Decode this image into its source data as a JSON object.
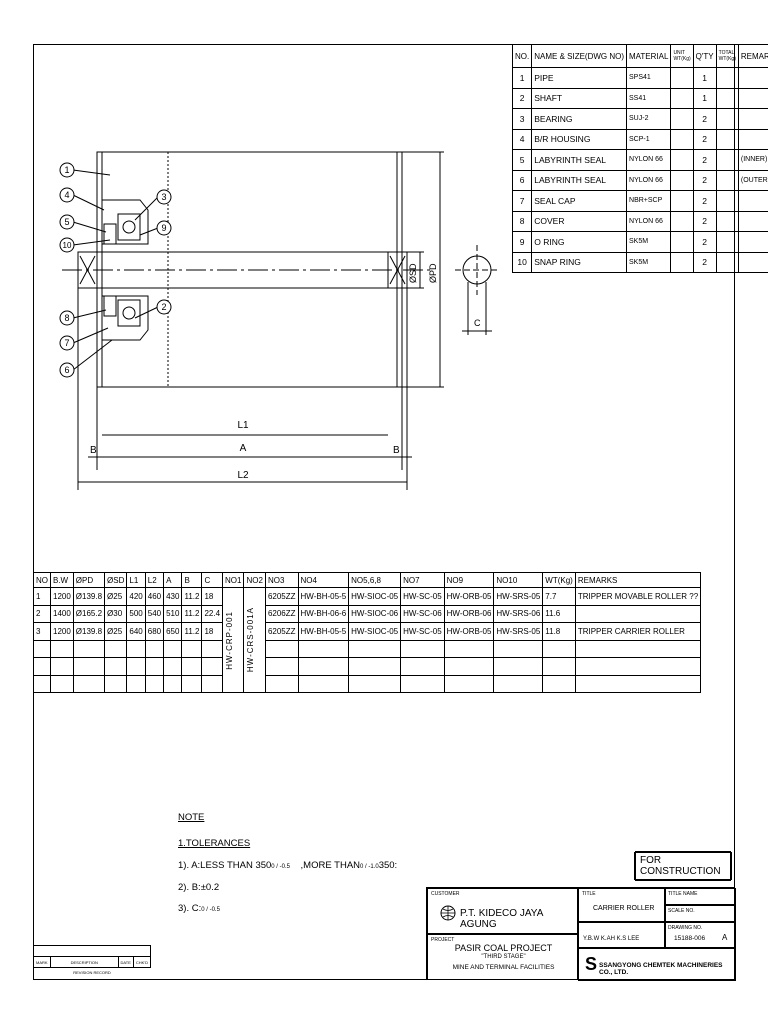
{
  "materials": {
    "headers": [
      "NO.",
      "NAME & SIZE(DWG NO)",
      "MATERIAL",
      "UNIT WT(Kg)",
      "Q'TY",
      "TOTAL WT(Kg)",
      "REMARKS"
    ],
    "rows": [
      {
        "no": "1",
        "name": "PIPE",
        "material": "SPS41",
        "unit": "",
        "qty": "1",
        "total": "",
        "remarks": ""
      },
      {
        "no": "2",
        "name": "SHAFT",
        "material": "SS41",
        "unit": "",
        "qty": "1",
        "total": "",
        "remarks": ""
      },
      {
        "no": "3",
        "name": "BEARING",
        "material": "SUJ-2",
        "unit": "",
        "qty": "2",
        "total": "",
        "remarks": ""
      },
      {
        "no": "4",
        "name": "B/R HOUSING",
        "material": "SCP-1",
        "unit": "",
        "qty": "2",
        "total": "",
        "remarks": ""
      },
      {
        "no": "5",
        "name": "LABYRINTH SEAL",
        "material": "NYLON 66",
        "unit": "",
        "qty": "2",
        "total": "",
        "remarks": "(INNER)"
      },
      {
        "no": "6",
        "name": "LABYRINTH SEAL",
        "material": "NYLON 66",
        "unit": "",
        "qty": "2",
        "total": "",
        "remarks": "(OUTER)"
      },
      {
        "no": "7",
        "name": "SEAL CAP",
        "material": "NBR+SCP",
        "unit": "",
        "qty": "2",
        "total": "",
        "remarks": ""
      },
      {
        "no": "8",
        "name": "COVER",
        "material": "NYLON 66",
        "unit": "",
        "qty": "2",
        "total": "",
        "remarks": ""
      },
      {
        "no": "9",
        "name": "O RING",
        "material": "SK5M",
        "unit": "",
        "qty": "2",
        "total": "",
        "remarks": ""
      },
      {
        "no": "10",
        "name": "SNAP RING",
        "material": "SK5M",
        "unit": "",
        "qty": "2",
        "total": "",
        "remarks": ""
      }
    ]
  },
  "drawing": {
    "balloons": [
      "1",
      "4",
      "5",
      "10",
      "3",
      "9",
      "8",
      "7",
      "6",
      "2"
    ],
    "dims": {
      "l1": "L1",
      "a": "A",
      "l2": "L2",
      "b": "B",
      "sd": "ØSD",
      "pd": "ØPD",
      "c": "C"
    }
  },
  "spec": {
    "headers": [
      "NO",
      "B.W",
      "ØPD",
      "ØSD",
      "L1",
      "L2",
      "A",
      "B",
      "C",
      "NO1",
      "NO2",
      "NO3",
      "NO4",
      "NO5,6,8",
      "NO7",
      "NO9",
      "NO10",
      "WT(Kg)",
      "REMARKS"
    ],
    "no1": "HW-CRP-001",
    "no2": "HW-CRS-001A",
    "rows": [
      {
        "no": "1",
        "bw": "1200",
        "pd": "Ø139.8",
        "sd": "Ø25",
        "l1": "420",
        "l2": "460",
        "a": "430",
        "b": "11.2",
        "c": "18",
        "no3": "6205ZZ",
        "no4": "HW-BH-05-5",
        "no568": "HW-SIOC-05",
        "no7": "HW-SC-05",
        "no9": "HW-ORB-05",
        "no10": "HW-SRS-05",
        "wt": "7.7",
        "remarks": "TRIPPER MOVABLE ROLLER ??"
      },
      {
        "no": "2",
        "bw": "1400",
        "pd": "Ø165.2",
        "sd": "Ø30",
        "l1": "500",
        "l2": "540",
        "a": "510",
        "b": "11.2",
        "c": "22.4",
        "no3": "6206ZZ",
        "no4": "HW-BH-06-6",
        "no568": "HW-SIOC-06",
        "no7": "HW-SC-06",
        "no9": "HW-ORB-06",
        "no10": "HW-SRS-06",
        "wt": "11.6",
        "remarks": ""
      },
      {
        "no": "3",
        "bw": "1200",
        "pd": "Ø139.8",
        "sd": "Ø25",
        "l1": "640",
        "l2": "680",
        "a": "650",
        "b": "11.2",
        "c": "18",
        "no3": "6205ZZ",
        "no4": "HW-BH-05-5",
        "no568": "HW-SIOC-05",
        "no7": "HW-SC-05",
        "no9": "HW-ORB-05",
        "no10": "HW-SRS-05",
        "wt": "11.8",
        "remarks": "TRIPPER CARRIER ROLLER"
      }
    ]
  },
  "notes": {
    "title": "NOTE",
    "tol_title": "1.TOLERANCES",
    "line1": "1). A:LESS THAN 350",
    "line1_tol": "0 / -0.5",
    "line1_more": ",MORE THAN",
    "line1_tol2": "0 / -1.0",
    "line1_end": "350:",
    "line2": "2). B:±0.2",
    "line3": "3). C:",
    "line3_tol": "0 / -0.5"
  },
  "stamp": "FOR CONSTRUCTION",
  "title_block": {
    "company": "P.T. KIDECO JAYA AGUNG",
    "project_line1": "PASIR COAL PROJECT",
    "project_line2": "\"THIRD STAGE\"",
    "project_line3": "MINE AND TERMINAL FACILITIES",
    "drawing_title": "CARRIER ROLLER",
    "drawn": "Y.B.W",
    "checked": "K.AH",
    "approved": "K.S LEE",
    "dwg_no": "15188-006",
    "rev": "A",
    "contractor": "SSANGYONG CHEMTEK MACHINERIES CO., LTD."
  },
  "revision": {
    "h1": "MARK",
    "h2": "DESCRIPTION",
    "h3": "DATE",
    "h4": "CHK'D",
    "footer": "REVISION RECORD"
  }
}
